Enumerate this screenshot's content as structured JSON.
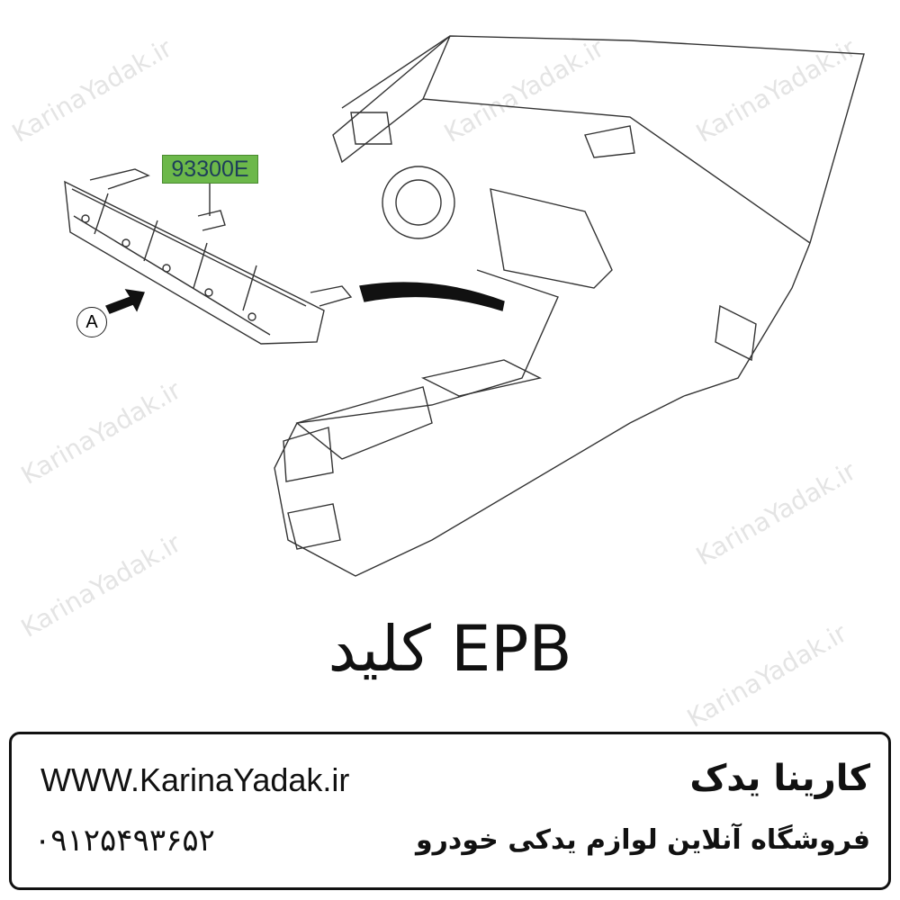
{
  "watermark": "KarinaYadak.ir",
  "diagram": {
    "part_number": "93300E",
    "callout": "A",
    "label_color": "#6cb84a"
  },
  "title": "کلید EPB",
  "info": {
    "url": "WWW.KarinaYadak.ir",
    "phone": "۰۹۱۲۵۴۹۳۶۵۲",
    "brand": "کارینا یدک",
    "slogan": "فروشگاه آنلاین لوازم یدکی خودرو"
  }
}
